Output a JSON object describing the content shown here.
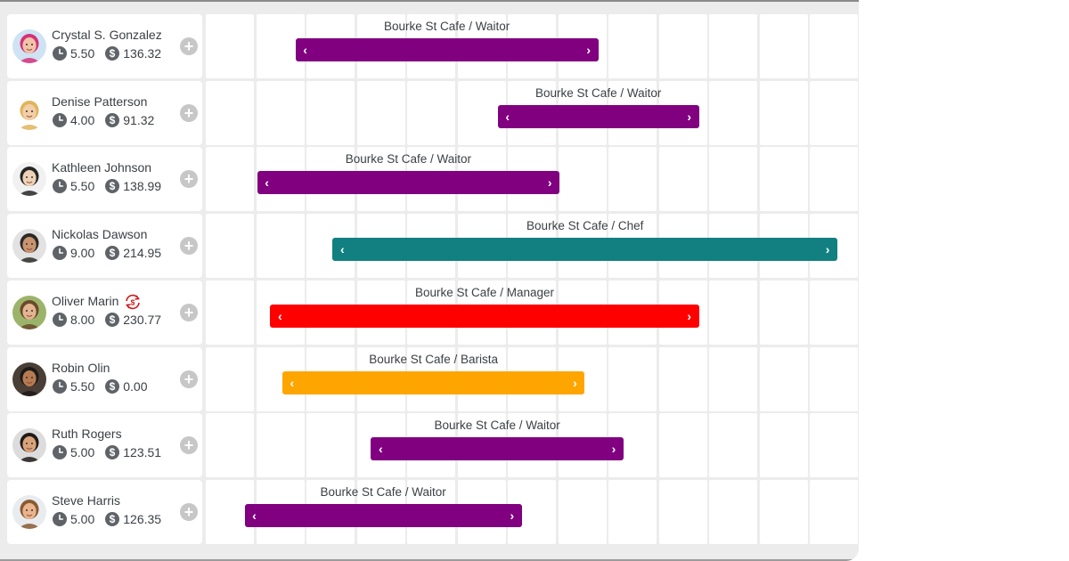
{
  "colors": {
    "waitor": "#800080",
    "chef": "#128080",
    "manager": "#ff0000",
    "barista": "#ffa500",
    "swap_icon": "#cc1a1a"
  },
  "icons": {
    "hours": "clock-icon",
    "cost": "dollar-icon",
    "add": "plus-icon",
    "shift_left": "chevron-left-icon",
    "shift_right": "chevron-right-icon",
    "swap": "shift-swap-icon"
  },
  "employees": [
    {
      "name": "Crystal S. Gonzalez",
      "hours": "5.50",
      "cost": "136.32",
      "swap": false,
      "shift": {
        "label": "Bourke St Cafe / Waitor",
        "role": "waitor",
        "start_slot": 1.78,
        "end_slot": 7.8
      }
    },
    {
      "name": "Denise Patterson",
      "hours": "4.00",
      "cost": "91.32",
      "swap": false,
      "shift": {
        "label": "Bourke St Cafe / Waitor",
        "role": "waitor",
        "start_slot": 5.8,
        "end_slot": 9.8
      }
    },
    {
      "name": "Kathleen Johnson",
      "hours": "5.50",
      "cost": "138.99",
      "swap": false,
      "shift": {
        "label": "Bourke St Cafe / Waitor",
        "role": "waitor",
        "start_slot": 1.02,
        "end_slot": 7.03
      }
    },
    {
      "name": "Nickolas Dawson",
      "hours": "9.00",
      "cost": "214.95",
      "swap": false,
      "shift": {
        "label": "Bourke St Cafe / Chef",
        "role": "chef",
        "start_slot": 2.52,
        "end_slot": 12.55
      }
    },
    {
      "name": "Oliver Marin",
      "hours": "8.00",
      "cost": "230.77",
      "swap": true,
      "shift": {
        "label": "Bourke St Cafe / Manager",
        "role": "manager",
        "start_slot": 1.28,
        "end_slot": 9.8
      }
    },
    {
      "name": "Robin Olin",
      "hours": "5.50",
      "cost": "0.00",
      "swap": false,
      "shift": {
        "label": "Bourke St Cafe / Barista",
        "role": "barista",
        "start_slot": 1.52,
        "end_slot": 7.53
      }
    },
    {
      "name": "Ruth Rogers",
      "hours": "5.00",
      "cost": "123.51",
      "swap": false,
      "shift": {
        "label": "Bourke St Cafe / Waitor",
        "role": "waitor",
        "start_slot": 3.28,
        "end_slot": 8.3
      }
    },
    {
      "name": "Steve Harris",
      "hours": "5.00",
      "cost": "126.35",
      "swap": false,
      "shift": {
        "label": "Bourke St Cafe / Waitor",
        "role": "waitor",
        "start_slot": 0.77,
        "end_slot": 6.28
      }
    }
  ]
}
